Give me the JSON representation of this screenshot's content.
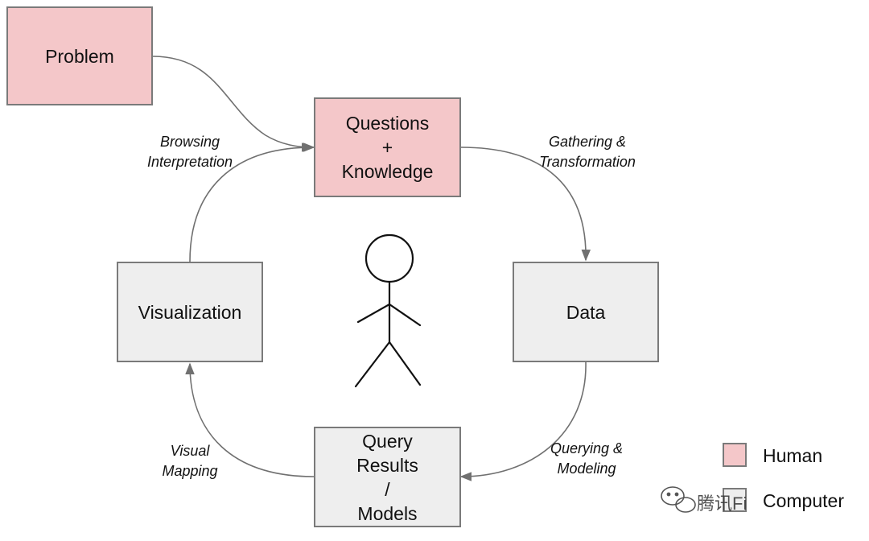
{
  "nodes": {
    "problem": {
      "label": "Problem",
      "role": "human"
    },
    "questions": {
      "lines": [
        "Questions",
        "+",
        "Knowledge"
      ],
      "role": "human"
    },
    "data": {
      "label": "Data",
      "role": "computer"
    },
    "query": {
      "lines": [
        "Query",
        "Results",
        "/",
        "Models"
      ],
      "role": "computer"
    },
    "visualization": {
      "label": "Visualization",
      "role": "computer"
    }
  },
  "edges": {
    "gathering": [
      "Gathering &",
      "Transformation"
    ],
    "querying": [
      "Querying &",
      "Modeling"
    ],
    "visual_mapping": [
      "Visual",
      "Mapping"
    ],
    "browsing": [
      "Browsing",
      "Interpretation"
    ]
  },
  "legend": {
    "human": {
      "label": "Human",
      "color": "#f4c7c9"
    },
    "computer": {
      "label": "Computer",
      "color": "#eeeeee"
    }
  },
  "watermark": {
    "text": "腾讯Fi"
  },
  "colors": {
    "human": "#f4c7c9",
    "computer": "#eeeeee",
    "border": "#7a7a7a",
    "arrow": "#707070"
  }
}
